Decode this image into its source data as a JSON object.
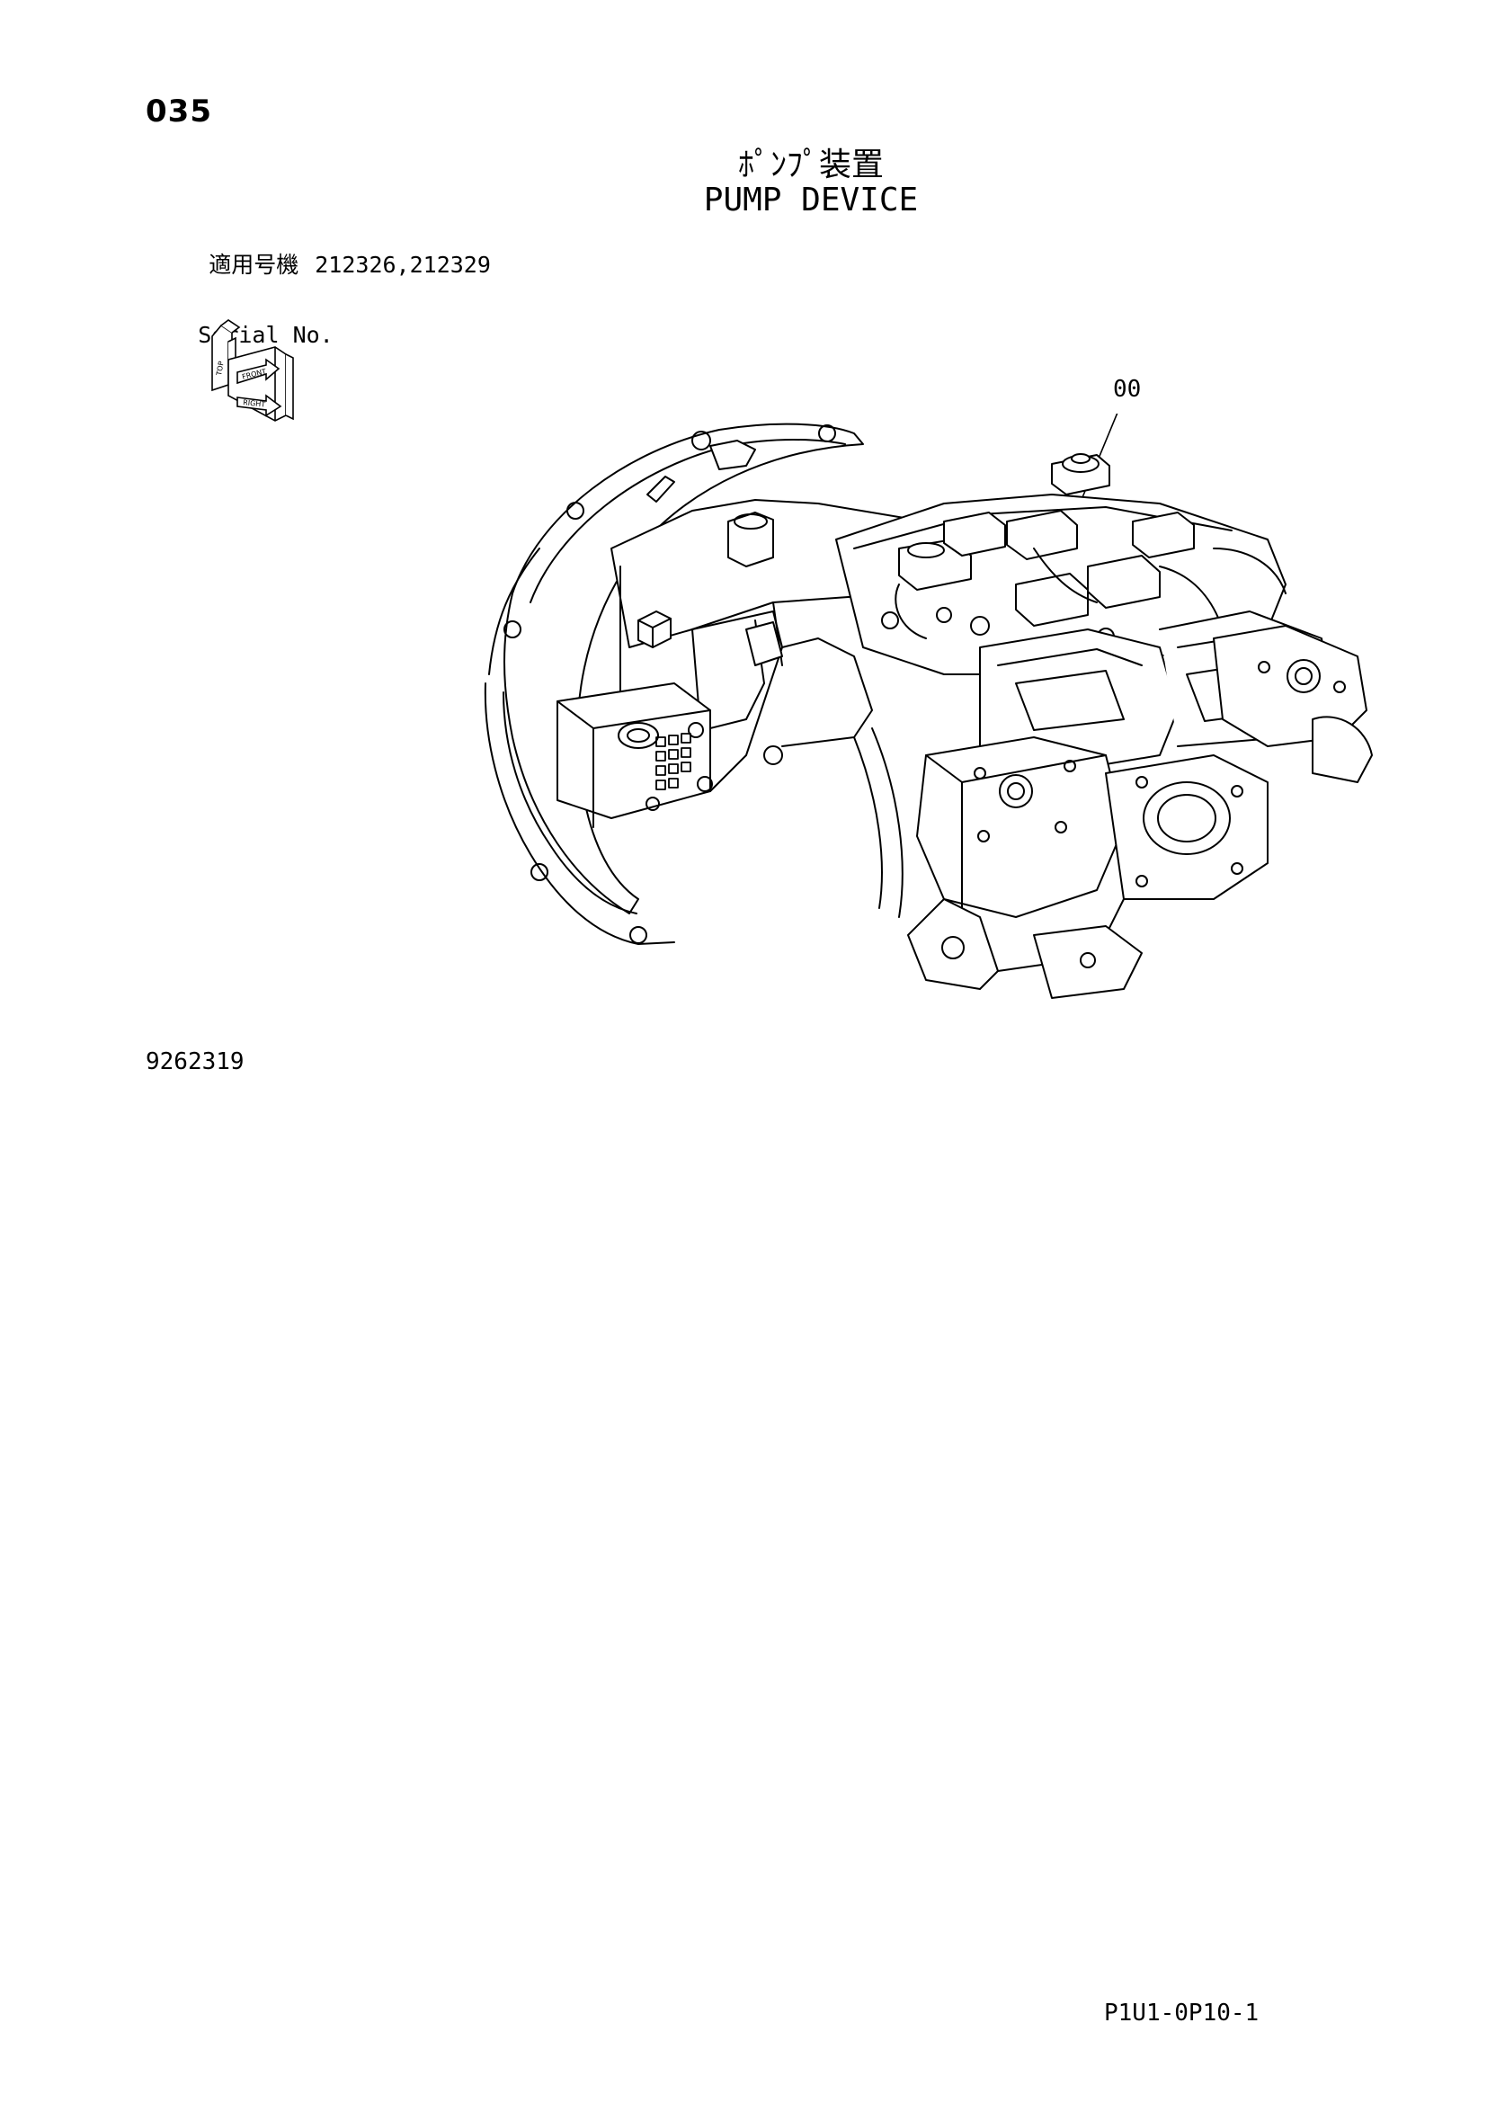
{
  "page": {
    "number": "035",
    "title_jp": "ﾎﾟﾝﾌﾟ装置",
    "title_en": "PUMP DEVICE"
  },
  "serial": {
    "label_jp": "適用号機",
    "values": "212326,212329",
    "label_en": "Serial No."
  },
  "orientation": {
    "labels": [
      "TOP",
      "FRONT",
      "RIGHT"
    ]
  },
  "callout": {
    "label": "00"
  },
  "drawing_number": "9262319",
  "page_code": "P1U1-0P10-1"
}
